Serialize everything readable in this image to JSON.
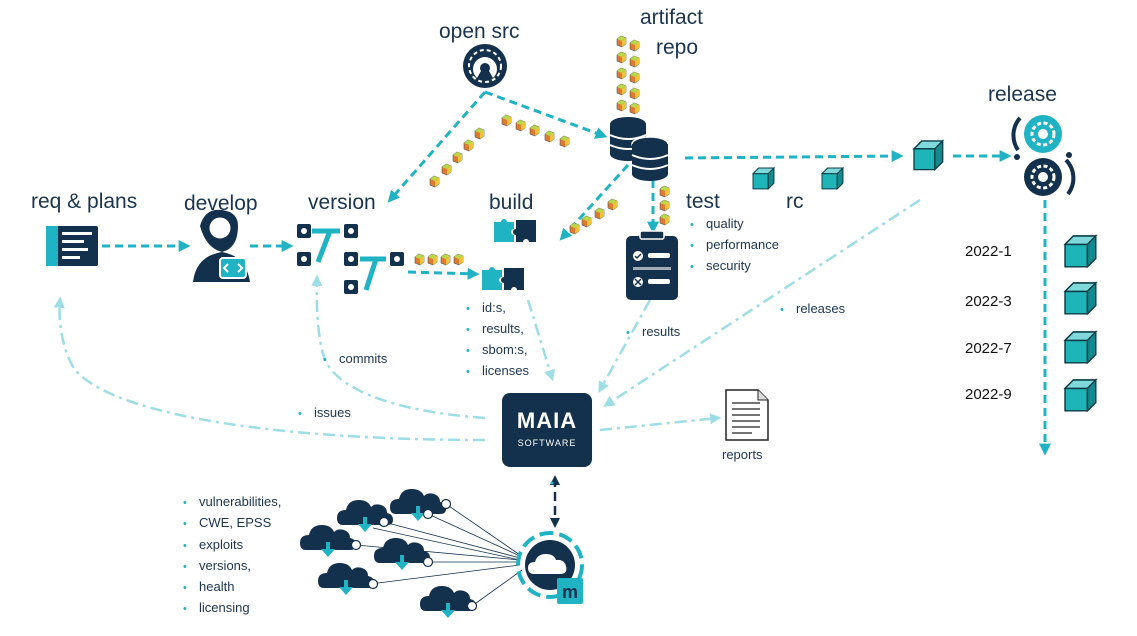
{
  "stages": {
    "req": "req & plans",
    "develop": "develop",
    "version": "version",
    "build": "build",
    "open_src": "open src",
    "artifact_line1": "artifact",
    "artifact_line2": "repo",
    "test": "test",
    "rc": "rc",
    "release": "release"
  },
  "test_items": [
    "quality",
    "performance",
    "security"
  ],
  "build_items": [
    "id:s,",
    "results,",
    "sbom:s,",
    "licenses"
  ],
  "flow_labels": {
    "commits": "commits",
    "issues": "issues",
    "results": "results",
    "releases": "releases",
    "reports": "reports"
  },
  "logo": {
    "line1": "MAIA",
    "line2": "SOFTWARE"
  },
  "external_sources": [
    "vulnerabilities,",
    "CWE, EPSS",
    "exploits",
    "versions,",
    "health",
    "licensing"
  ],
  "release_versions": [
    "2022-1",
    "2022-3",
    "2022-7",
    "2022-9"
  ],
  "colors": {
    "navy": "#13304d",
    "teal": "#1fb3c4",
    "light_teal": "#9ddde6",
    "cube": "#1fb5b8"
  }
}
